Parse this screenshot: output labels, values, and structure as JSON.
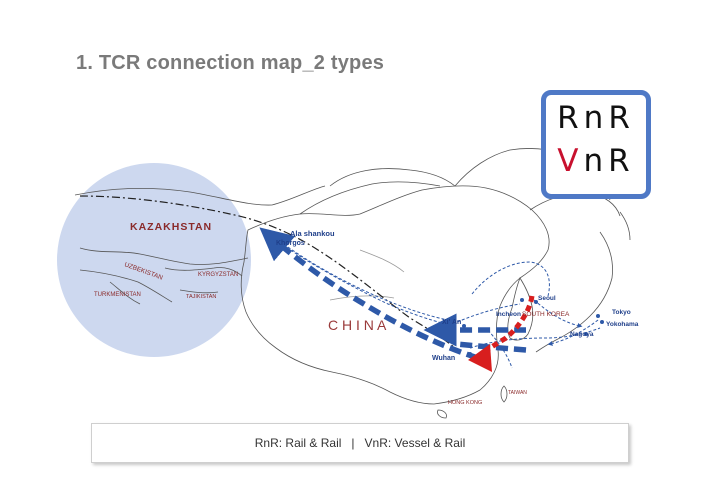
{
  "title": "1. TCR connection map_2 types",
  "legend": {
    "row1": {
      "a": "R",
      "b": "n",
      "c": "R"
    },
    "row2": {
      "a": "V",
      "b": "n",
      "c": "R"
    }
  },
  "caption": "RnR: Rail & Rail   |   VnR: Vessel & Rail",
  "map": {
    "countries": {
      "kazakhstan": "KAZAKHSTAN",
      "uzbekistan": "UZBEKISTAN",
      "kyrgyzstan": "KYRGYZSTAN",
      "turkmenistan": "TURKMENISTAN",
      "tajikistan": "TAJIKISTAN",
      "china": "C H I N A",
      "south_korea": "SOUTH KOREA",
      "hong_kong": "HONG KONG",
      "taiwan": "TAIWAN"
    },
    "cities": {
      "alashankou": "Ala shankou",
      "khorgos": "Khorgos",
      "xian": "Xi' An",
      "wuhan": "Wuhan",
      "incheon": "Incheon",
      "seoul": "Seoul",
      "tokyo": "Tokyo",
      "yokohama": "Yokohama",
      "nagoya": "Nagoya"
    },
    "colors": {
      "rnr_route": "#2e59a8",
      "vnr_route": "#d81e1e",
      "central_asia_highlight": "#cdd8ef",
      "legend_border": "#4f79c6"
    }
  }
}
